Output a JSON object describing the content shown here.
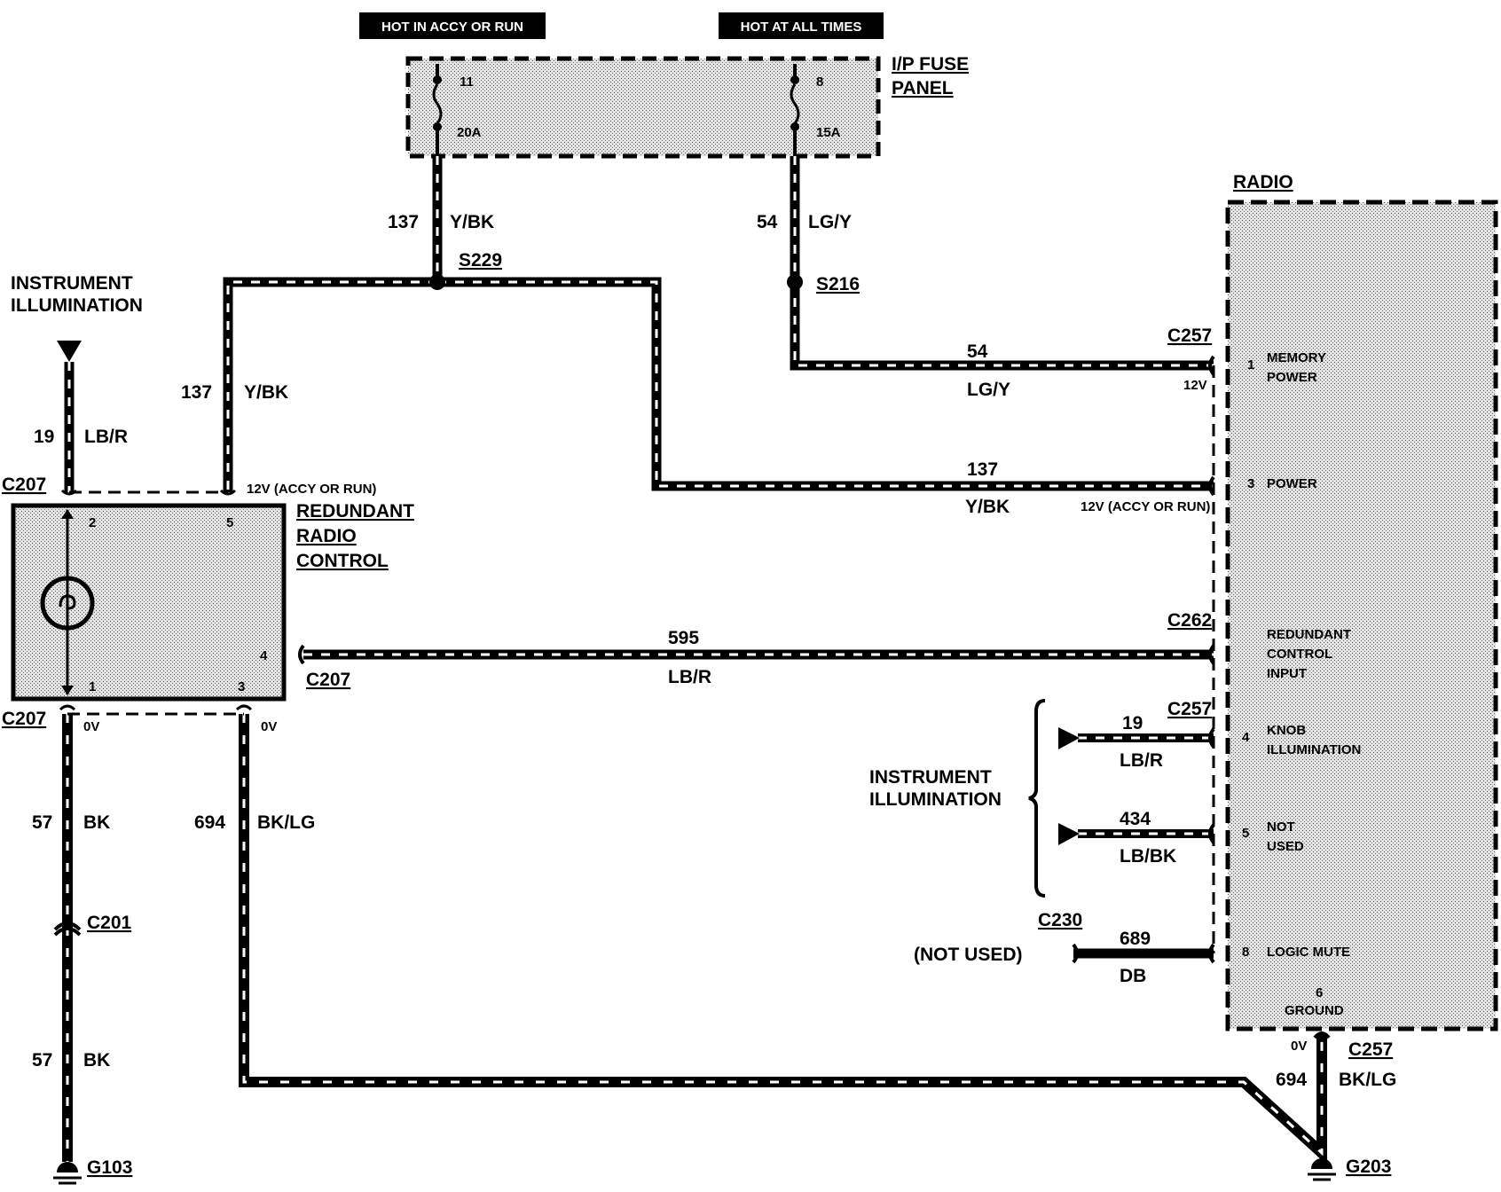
{
  "headers": {
    "hot_accy_run": "HOT IN ACCY OR RUN",
    "hot_all_times": "HOT AT ALL TIMES"
  },
  "fuse_panel": {
    "title_line1": "I/P FUSE",
    "title_line2": "PANEL",
    "fuse_left": {
      "number": "11",
      "rating": "20A"
    },
    "fuse_right": {
      "number": "8",
      "rating": "15A"
    }
  },
  "splices": {
    "s229": "S229",
    "s216": "S216"
  },
  "wires": {
    "w137_top": {
      "circuit": "137",
      "color": "Y/BK"
    },
    "w54_top": {
      "circuit": "54",
      "color": "LG/Y"
    },
    "w54_h": {
      "circuit": "54",
      "color": "LG/Y"
    },
    "w137_left": {
      "circuit": "137",
      "color": "Y/BK"
    },
    "w137_h": {
      "circuit": "137",
      "color": "Y/BK"
    },
    "w19_left": {
      "circuit": "19",
      "color": "LB/R"
    },
    "w595": {
      "circuit": "595",
      "color": "LB/R"
    },
    "w57_upper": {
      "circuit": "57",
      "color": "BK"
    },
    "w57_lower": {
      "circuit": "57",
      "color": "BK"
    },
    "w694_left": {
      "circuit": "694",
      "color": "BK/LG"
    },
    "w694_right": {
      "circuit": "694",
      "color": "BK/LG"
    },
    "w19_right": {
      "circuit": "19",
      "color": "LB/R"
    },
    "w434": {
      "circuit": "434",
      "color": "LB/BK"
    },
    "w689": {
      "circuit": "689",
      "color": "DB"
    }
  },
  "instrument_illumination_left": {
    "line1": "INSTRUMENT",
    "line2": "ILLUMINATION"
  },
  "instrument_illumination_right": {
    "line1": "INSTRUMENT",
    "line2": "ILLUMINATION"
  },
  "redundant_control": {
    "title_line1": "REDUNDANT",
    "title_line2": "RADIO",
    "title_line3": "CONTROL",
    "pins": {
      "p2": "2",
      "p5": "5",
      "p4": "4",
      "p1": "1",
      "p3": "3"
    },
    "voltage_top": "12V (ACCY OR RUN)",
    "voltage_bottom_left": "0V",
    "voltage_bottom_right": "0V"
  },
  "radio": {
    "title": "RADIO",
    "pins": [
      {
        "num": "1",
        "label_line1": "MEMORY",
        "label_line2": "POWER"
      },
      {
        "num": "3",
        "label_line1": "POWER",
        "label_line2": ""
      },
      {
        "num": "",
        "label_line1": "REDUNDANT",
        "label_line2": "CONTROL",
        "label_line3": "INPUT"
      },
      {
        "num": "4",
        "label_line1": "KNOB",
        "label_line2": "ILLUMINATION"
      },
      {
        "num": "5",
        "label_line1": "NOT",
        "label_line2": "USED"
      },
      {
        "num": "8",
        "label_line1": "LOGIC MUTE",
        "label_line2": ""
      },
      {
        "num": "6",
        "label_line1": "GROUND",
        "label_line2": ""
      }
    ],
    "voltage_memory": "12V",
    "voltage_power": "12V (ACCY OR RUN)",
    "voltage_ground": "0V"
  },
  "connectors": {
    "c257_top": "C257",
    "c207_top": "C207",
    "c207_mid": "C207",
    "c207_bottom": "C207",
    "c262": "C262",
    "c257_mid": "C257",
    "c230": "C230",
    "c201": "C201",
    "c257_bottom": "C257"
  },
  "not_used_label": "(NOT USED)",
  "grounds": {
    "g103": "G103",
    "g203": "G203"
  }
}
